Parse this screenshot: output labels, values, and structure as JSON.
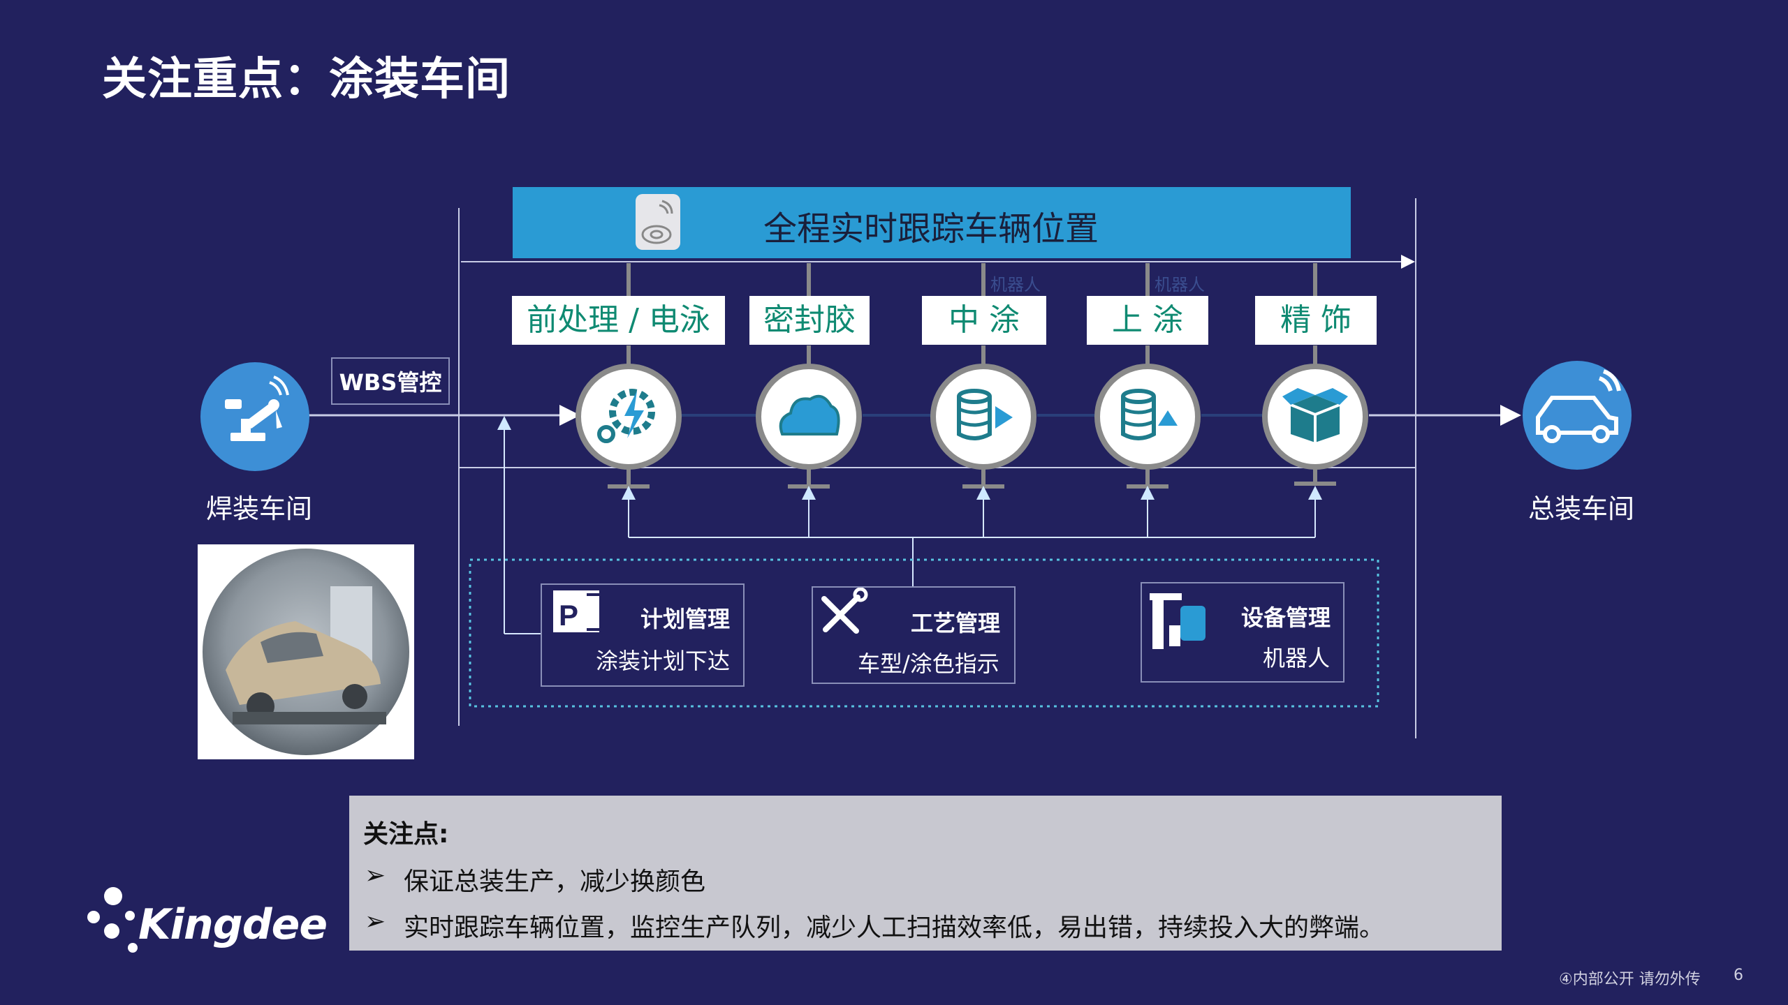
{
  "slide": {
    "title": "关注重点：涂装车间",
    "page_number": "6",
    "footer_tag": "④内部公开 请勿外传",
    "logo_text": "Kingdee"
  },
  "banner": {
    "text": "全程实时跟踪车辆位置",
    "icon": "rfid-tag-icon"
  },
  "wbs_label": "WBS管控",
  "start_node": {
    "label": "焊装车间",
    "icon": "robot-arm-icon"
  },
  "end_node": {
    "label": "总装车间",
    "icon": "connected-car-icon"
  },
  "stages": [
    {
      "label": "前处理 / 电泳",
      "icon": "gear-lightning-icon",
      "robot_tag": ""
    },
    {
      "label": "密封胶",
      "icon": "cloud-icon",
      "robot_tag": ""
    },
    {
      "label": "中 涂",
      "icon": "database-play-icon",
      "robot_tag": "机器人"
    },
    {
      "label": "上 涂",
      "icon": "database-up-icon",
      "robot_tag": "机器人"
    },
    {
      "label": "精 饰",
      "icon": "open-box-icon",
      "robot_tag": ""
    }
  ],
  "systems": [
    {
      "title": "计划管理",
      "subtitle": "涂装计划下达",
      "icon": "project-icon"
    },
    {
      "title": "工艺管理",
      "subtitle": "车型/涂色指示",
      "icon": "tools-icon"
    },
    {
      "title": "设备管理",
      "subtitle": "机器人",
      "icon": "robot-device-icon"
    }
  ],
  "notes": {
    "heading": "关注点:",
    "items": [
      "保证总装生产，减少换颜色",
      "实时跟踪车辆位置，监控生产队列，减少人工扫描效率低，易出错，持续投入大的弊端。"
    ]
  },
  "colors": {
    "background": "#22215e",
    "banner": "#2a9bd4",
    "node_blue": "#3d8fd6",
    "stage_text": "#0f8a72",
    "notes_bg": "#c8c8d0"
  }
}
